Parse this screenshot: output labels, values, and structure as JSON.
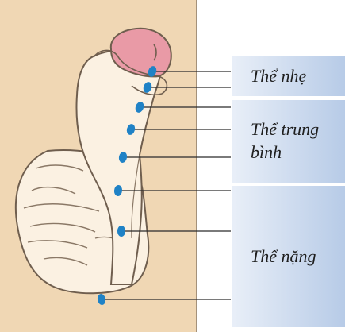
{
  "labels": {
    "mild": "Thể nhẹ",
    "moderate_line1": "Thể trung",
    "moderate_line2": "bình",
    "severe": "Thể nặng"
  },
  "colors": {
    "background_panel": "#f0d7b4",
    "skin": "#fbf1e2",
    "glans": "#e99aa6",
    "marker": "#1f82c6",
    "label_gradient_start": "#e9eff8",
    "label_gradient_end": "#b7cbe7"
  }
}
